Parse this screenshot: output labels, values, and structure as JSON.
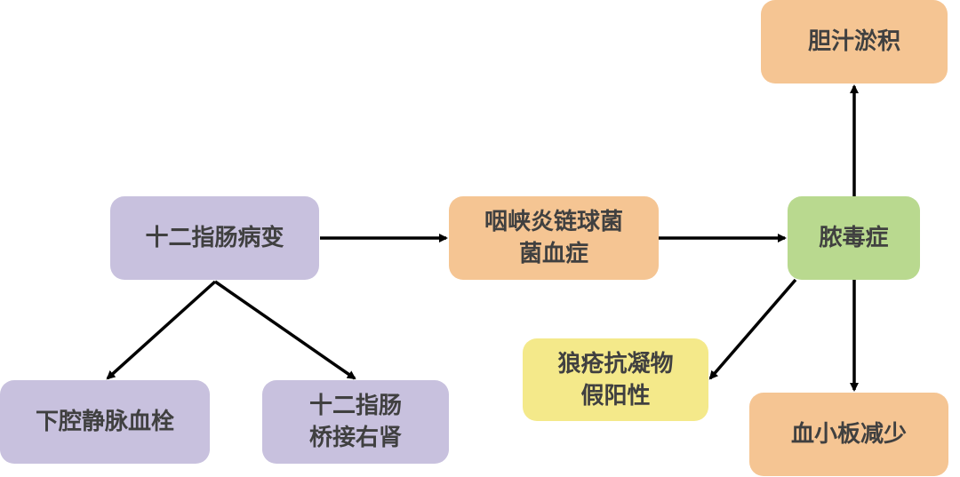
{
  "nodes": {
    "duodenal_lesion": "十二指肠病变",
    "ivc_thrombus": "下腔静脉血栓",
    "duodenum_bridge_line1": "十二指肠",
    "duodenum_bridge_line2": "桥接右肾",
    "strep_line1": "咽峡炎链球菌",
    "strep_line2": "菌血症",
    "sepsis": "脓毒症",
    "cholestasis": "胆汁淤积",
    "lupus_line1": "狼疮抗凝物",
    "lupus_line2": "假阳性",
    "thrombocytopenia": "血小板减少"
  },
  "colors": {
    "purple": "#c8c1de",
    "orange": "#f5c593",
    "green": "#b9d98f",
    "yellow": "#f4e98a",
    "text": "#404040",
    "arrow": "#000000"
  }
}
